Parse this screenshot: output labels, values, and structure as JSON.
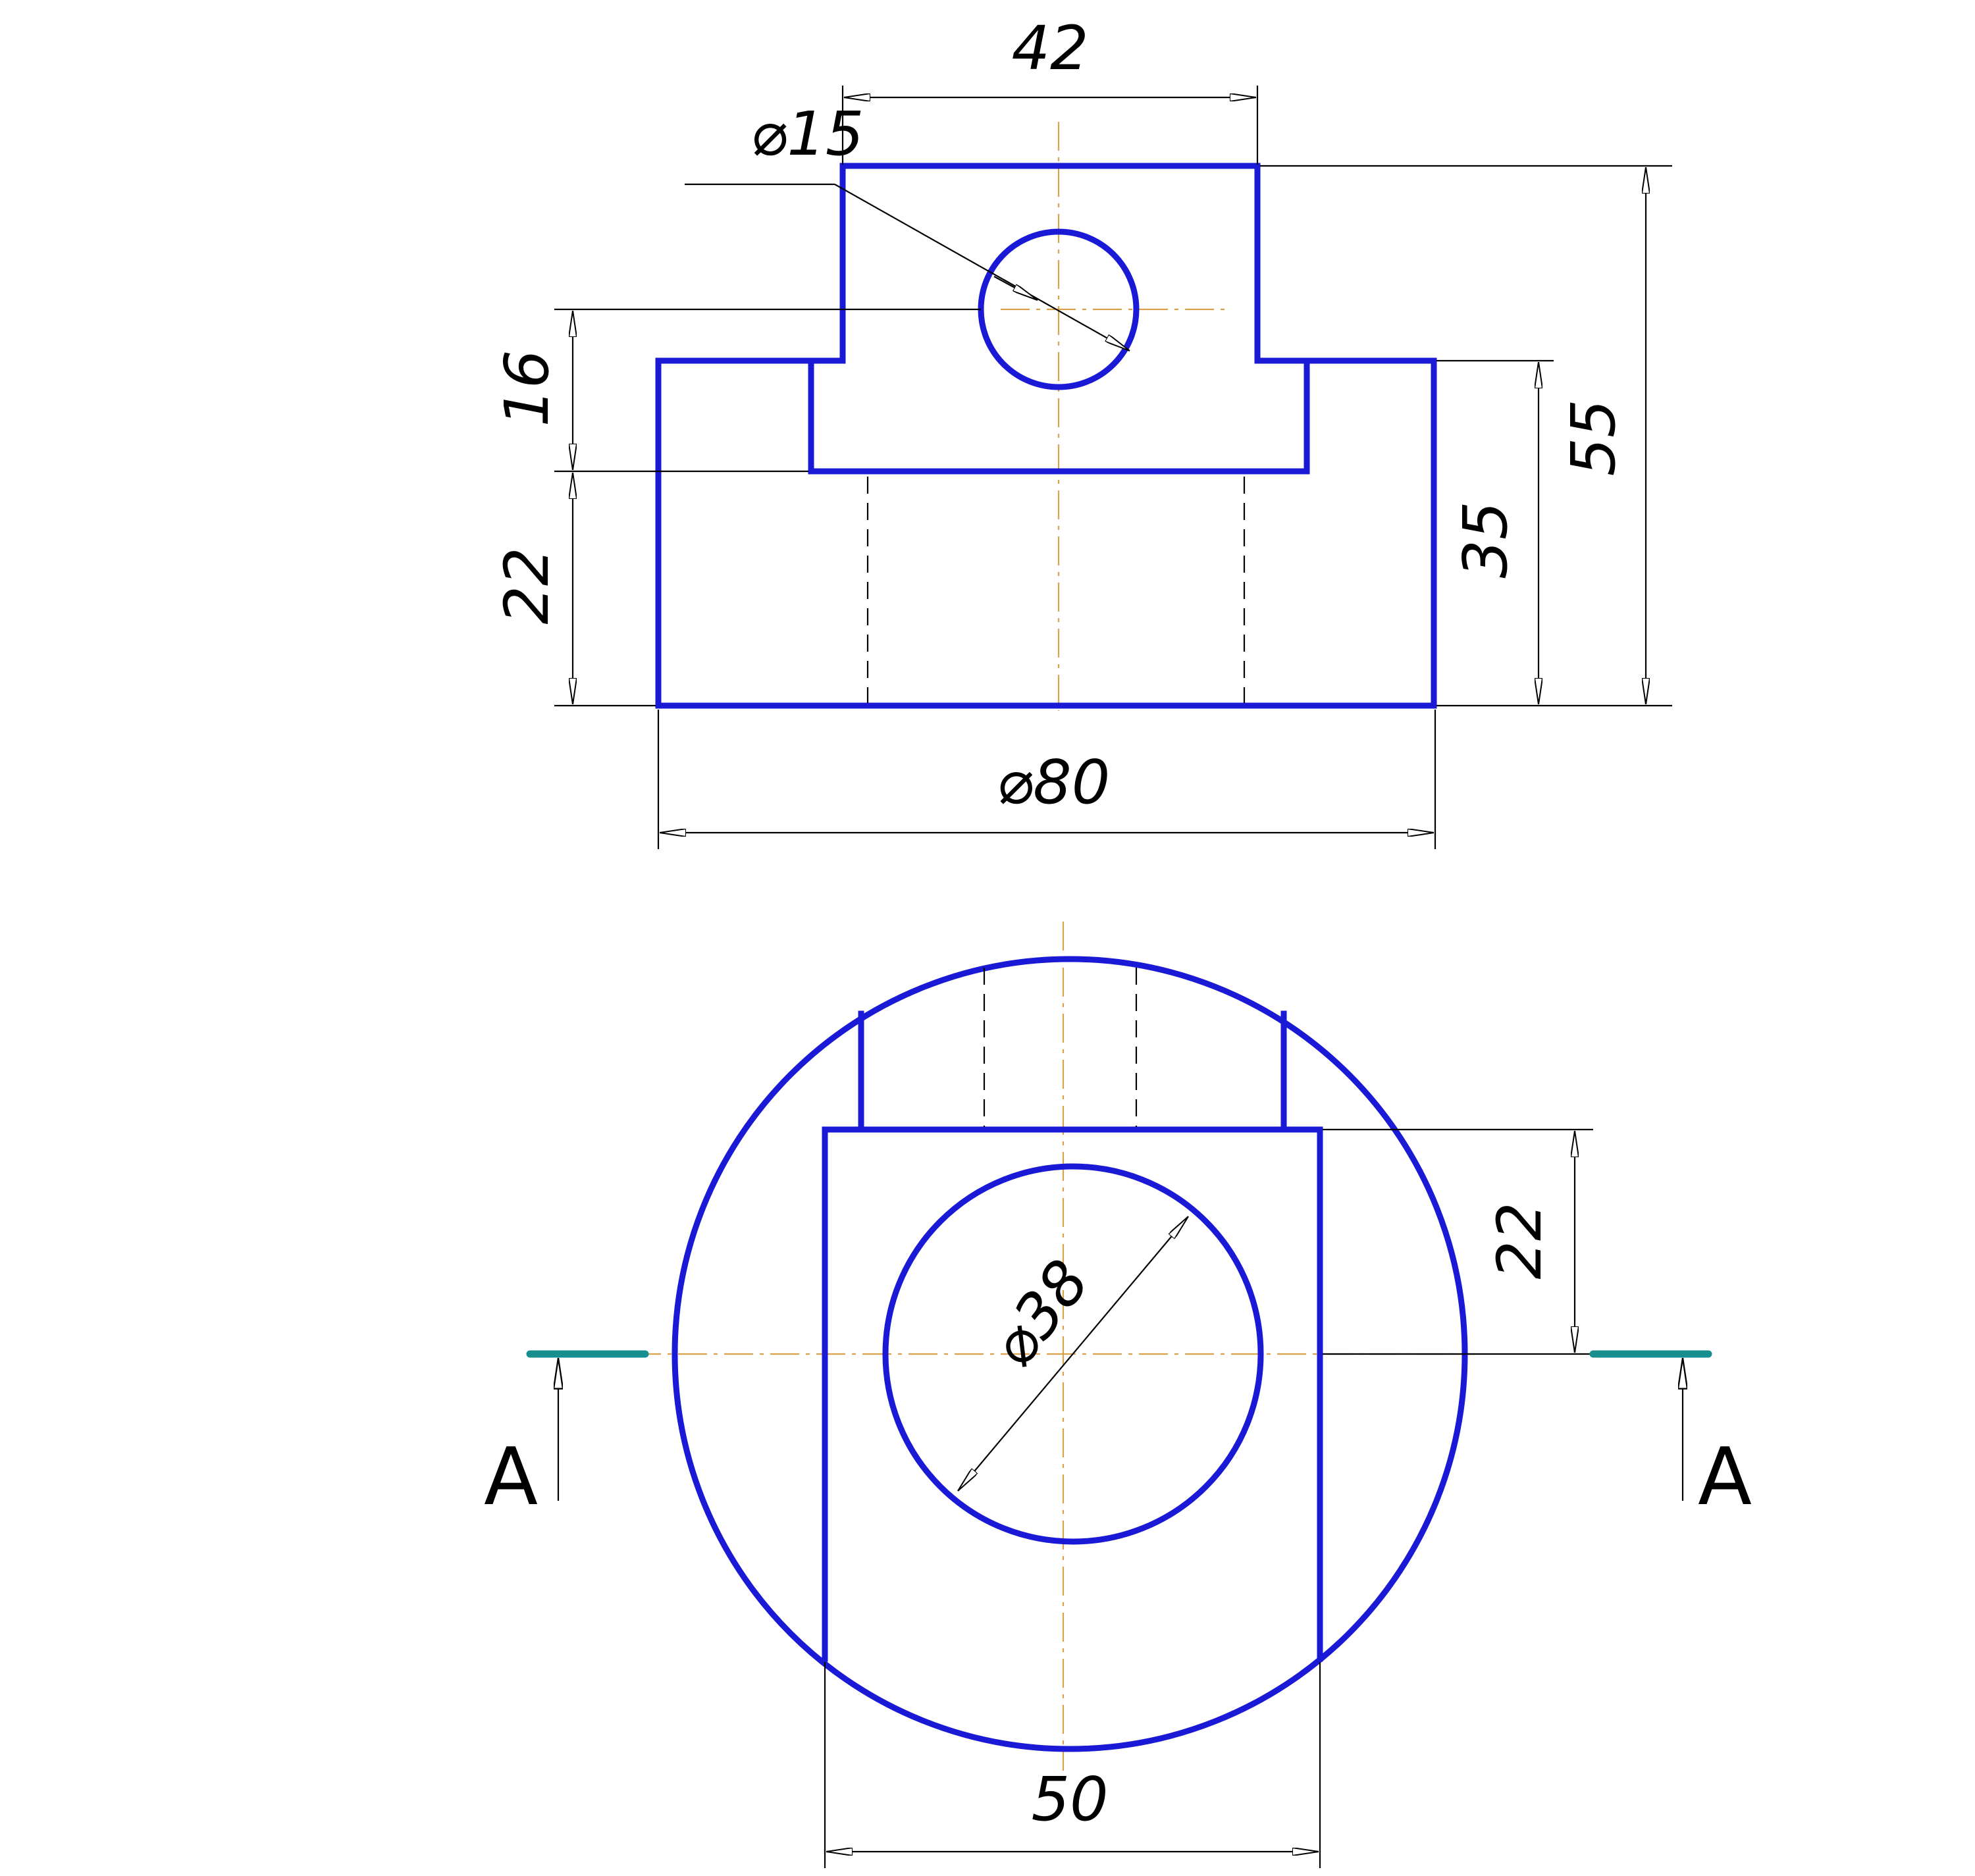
{
  "front_view": {
    "dimensions": {
      "top_width": "42",
      "hole_diameter": "⌀15",
      "upper_height": "16",
      "lower_height": "22",
      "side_height": "35",
      "total_height": "55",
      "base_diameter": "⌀80"
    }
  },
  "top_view": {
    "dimensions": {
      "bore_diameter": "⌀38",
      "offset": "22",
      "width": "50"
    },
    "section_labels": {
      "left": "A",
      "right": "A"
    }
  },
  "colors": {
    "outline": "#1a1ad6",
    "dimension": "#000000",
    "center_line": "#d9a24a",
    "cutting_plane": "#178f8f"
  }
}
